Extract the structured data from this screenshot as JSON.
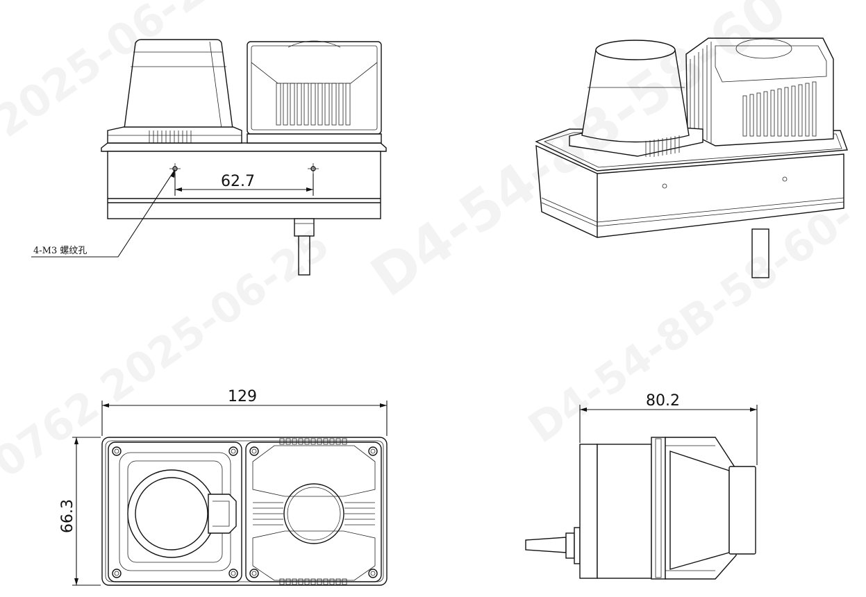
{
  "views": {
    "front": {
      "hole_label": "4-M3 螺纹孔",
      "hole_spacing": "62.7"
    },
    "isometric": {},
    "top": {
      "length": "129",
      "width": "66.3"
    },
    "side": {
      "depth": "80.2"
    }
  },
  "watermark": {
    "lines": [
      "2025-06-25",
      "D4-54-8B-58-60",
      "0762 2025-06-25",
      "D4-54-8B-58-60-"
    ]
  },
  "colors": {
    "line": "#111111",
    "background": "#ffffff"
  }
}
